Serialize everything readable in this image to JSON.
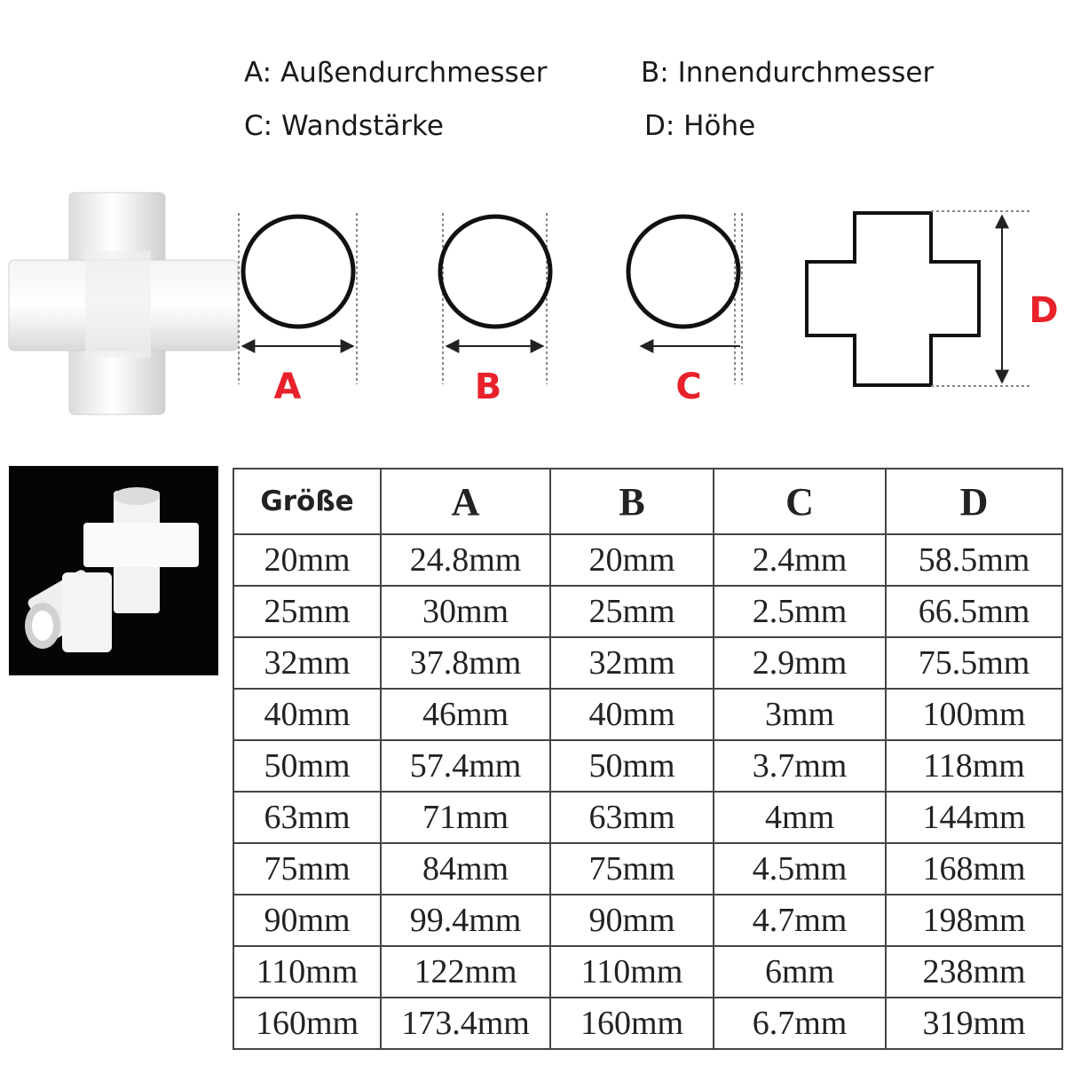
{
  "legend": {
    "a": "A: Außendurchmesser",
    "b": "B: Innendurchmesser",
    "c": "C: Wandstärke",
    "d": "D: Höhe"
  },
  "diagram": {
    "label_a": "A",
    "label_b": "B",
    "label_c": "C",
    "label_d": "D",
    "label_color": "#e8222a"
  },
  "table": {
    "headers": [
      "Größe",
      "A",
      "B",
      "C",
      "D"
    ],
    "rows": [
      [
        "20mm",
        "24.8mm",
        "20mm",
        "2.4mm",
        "58.5mm"
      ],
      [
        "25mm",
        "30mm",
        "25mm",
        "2.5mm",
        "66.5mm"
      ],
      [
        "32mm",
        "37.8mm",
        "32mm",
        "2.9mm",
        "75.5mm"
      ],
      [
        "40mm",
        "46mm",
        "40mm",
        "3mm",
        "100mm"
      ],
      [
        "50mm",
        "57.4mm",
        "50mm",
        "3.7mm",
        "118mm"
      ],
      [
        "63mm",
        "71mm",
        "63mm",
        "4mm",
        "144mm"
      ],
      [
        "75mm",
        "84mm",
        "75mm",
        "4.5mm",
        "168mm"
      ],
      [
        "90mm",
        "99.4mm",
        "90mm",
        "4.7mm",
        "198mm"
      ],
      [
        "110mm",
        "122mm",
        "110mm",
        "6mm",
        "238mm"
      ],
      [
        "160mm",
        "173.4mm",
        "160mm",
        "6.7mm",
        "319mm"
      ]
    ]
  }
}
